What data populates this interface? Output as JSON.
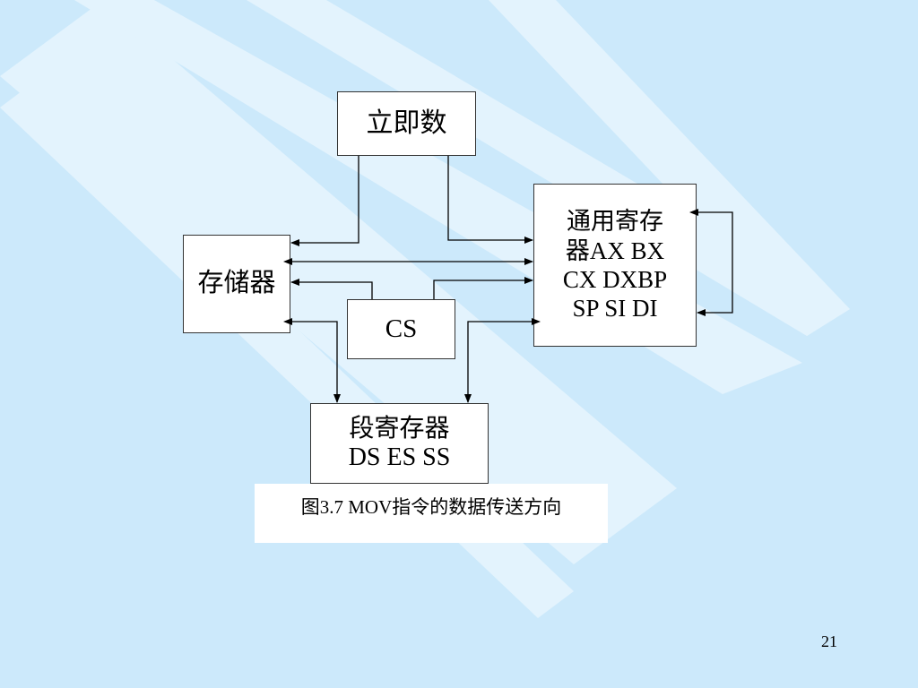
{
  "slide": {
    "colors": {
      "background": "#cce9fb",
      "stripe": "#e3f3fd",
      "box_fill": "#ffffff",
      "line": "#000000"
    },
    "page_number": "21"
  },
  "diagram": {
    "immediate": {
      "label": "立即数"
    },
    "general_registers": {
      "lines": [
        "通用寄存",
        "器AX BX",
        "CX DXBP",
        "SP SI DI"
      ]
    },
    "memory": {
      "label": "存储器"
    },
    "cs": {
      "label": "CS"
    },
    "segment_registers": {
      "lines": [
        "段寄存器",
        "DS ES SS"
      ]
    },
    "caption": "图3.7 MOV指令的数据传送方向"
  }
}
